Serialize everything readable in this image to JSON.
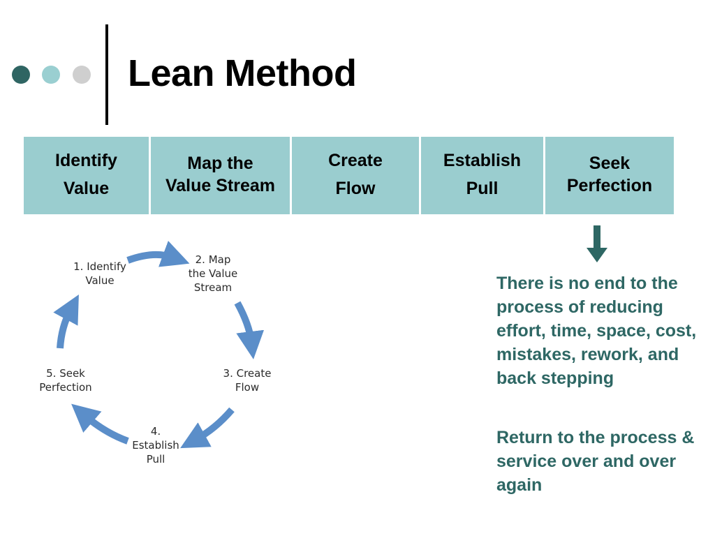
{
  "title": "Lean Method",
  "steps": [
    {
      "line1": "Identify",
      "line2": "Value"
    },
    {
      "line1": "Map the",
      "line2": "Value Stream"
    },
    {
      "line1": "Create",
      "line2": "Flow"
    },
    {
      "line1": "Establish",
      "line2": "Pull"
    },
    {
      "line1": "Seek",
      "line2": "Perfection"
    }
  ],
  "cycle": [
    "1. Identify\nValue",
    "2. Map\nthe Value\nStream",
    "3. Create\nFlow",
    "4.\nEstablish\nPull",
    "5. Seek\nPerfection"
  ],
  "description": {
    "paragraph1": "There is no end to the process of reducing effort, time, space, cost, mistakes, rework, and back stepping",
    "paragraph2": "Return to the process & service over and over again"
  },
  "colors": {
    "title_dot_1": "#2f6563",
    "title_dot_2": "#9acfd1",
    "title_dot_3": "#cfcfcf",
    "table_fill": "#9acdcf",
    "text_accent": "#2e6764",
    "cycle_arrow": "#5b8ec9"
  },
  "icons": {
    "down_arrow": "arrow-down-icon",
    "cycle_arrows": "curved-arrow-icon"
  }
}
